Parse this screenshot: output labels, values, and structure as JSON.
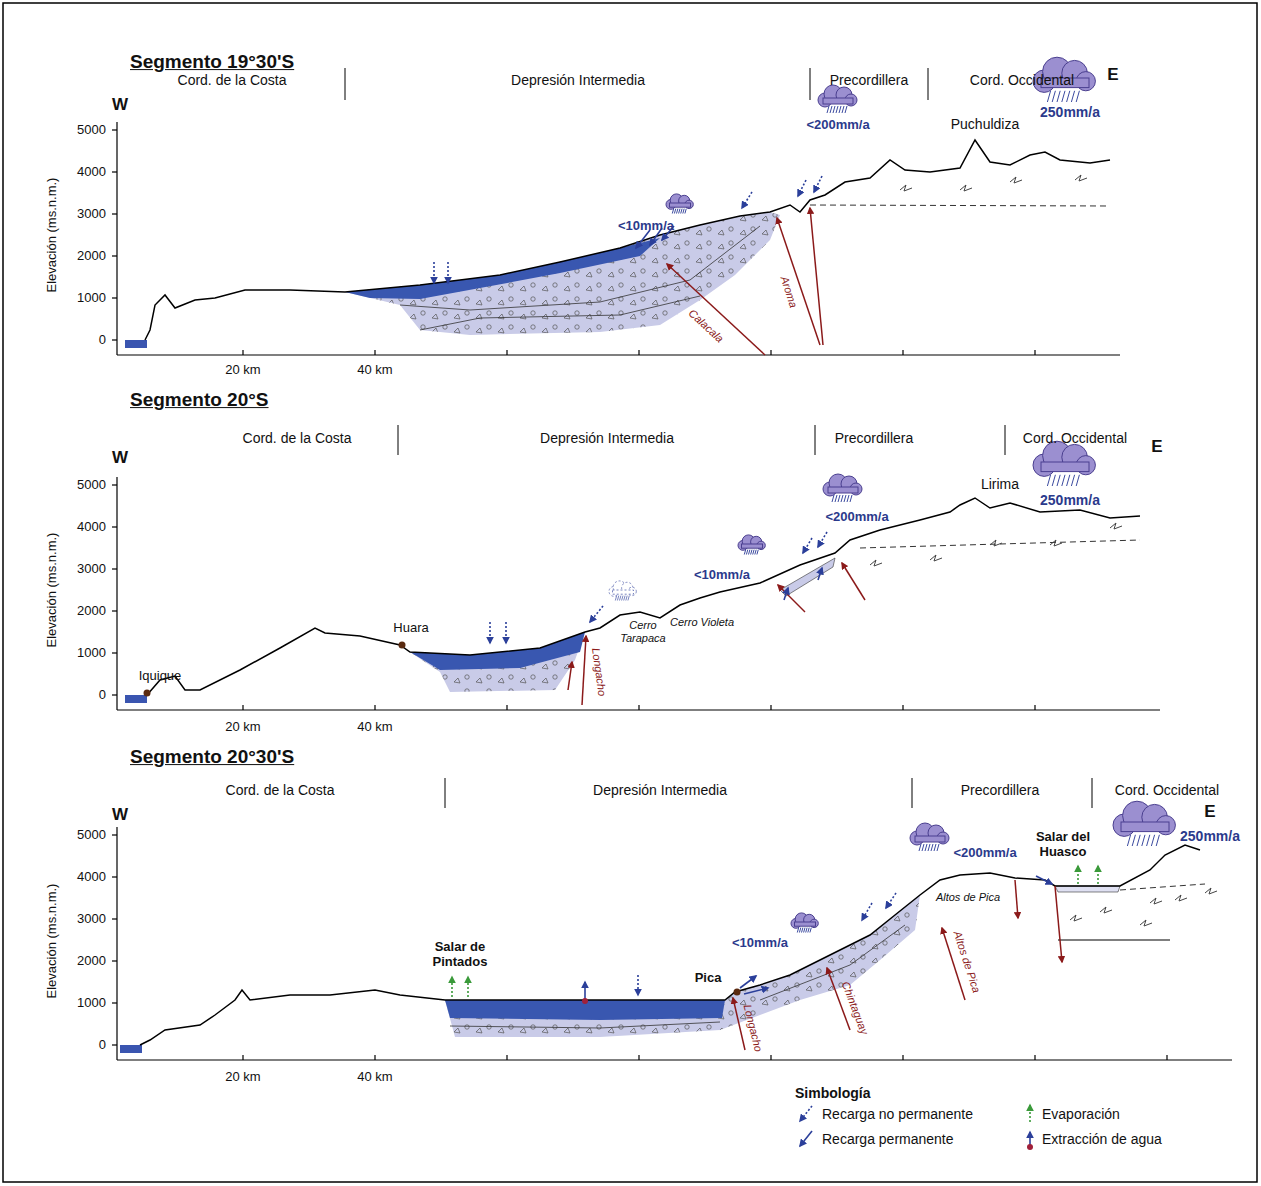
{
  "diagram": {
    "labels": [
      "Segmento 19°30'S",
      "Cord. de la Costa",
      "Depresión Intermedia",
      "Precordillera",
      "Cord. Occidental",
      "W",
      "E",
      "5000",
      "4000",
      "3000",
      "2000",
      "1000",
      "0",
      "Elevación (ms.n.m.)",
      "20 km",
      "40 km",
      "250mm/a",
      "<200mm/a",
      "<10mm/a",
      "Puchuldiza",
      "Calacala",
      "Aroma",
      "Segmento 20°S",
      "Cord. de la Costa",
      "Depresión Intermedia",
      "Precordillera",
      "Cord. Occidental",
      "W",
      "E",
      "5000",
      "4000",
      "3000",
      "2000",
      "1000",
      "0",
      "Elevación (ms.n.m.)",
      "20 km",
      "40 km",
      "Iquique",
      "Huara",
      "Cerro Tarapaca",
      "Longacho",
      "Cerro Violeta",
      "<10mm/a",
      "<200mm/a",
      "Lirima",
      "250mm/a",
      "Segmento 20°30'S",
      "Cord. de la Costa",
      "Depresión Intermedia",
      "Precordillera",
      "Cord. Occidental",
      "W",
      "E",
      "5000",
      "4000",
      "3000",
      "2000",
      "1000",
      "0",
      "Elevación (ms.n.m.)",
      "20 km",
      "40 km",
      "Salar de Pintados",
      "Pica",
      "Longacho",
      "Chintaguay",
      "<10mm/a",
      "<200mm/a",
      "Altos de Pica",
      "Altos de Pica",
      "Salar del Huasco",
      "250mm/a",
      "Simbología"
    ],
    "legend": [
      {
        "text": "Recarga no permanente"
      },
      {
        "text": "Recarga permanente"
      },
      {
        "text": "Evaporación"
      },
      {
        "text": "Extracción de agua"
      }
    ]
  }
}
